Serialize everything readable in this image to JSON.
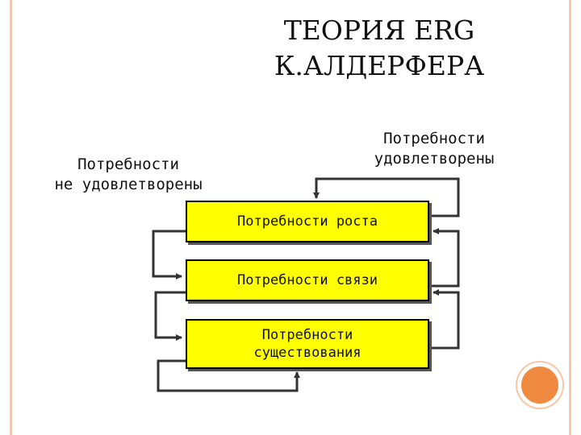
{
  "title": {
    "line1": "ТЕОРИЯ ERG",
    "line2": "К.АЛДЕРФЕРА"
  },
  "labels": {
    "unsatisfied": {
      "line1": "Потребности",
      "line2": "не удовлетворены"
    },
    "satisfied": {
      "line1": "Потребности",
      "line2": "удовлетворены"
    }
  },
  "boxes": {
    "growth": "Потребности роста",
    "relatedness": "Потребности связи",
    "existence": {
      "line1": "Потребности",
      "line2": "существования"
    }
  },
  "colors": {
    "box_fill": "#ffff00",
    "frame": "#f2c9b4",
    "accent_orb": "#f08a40"
  }
}
